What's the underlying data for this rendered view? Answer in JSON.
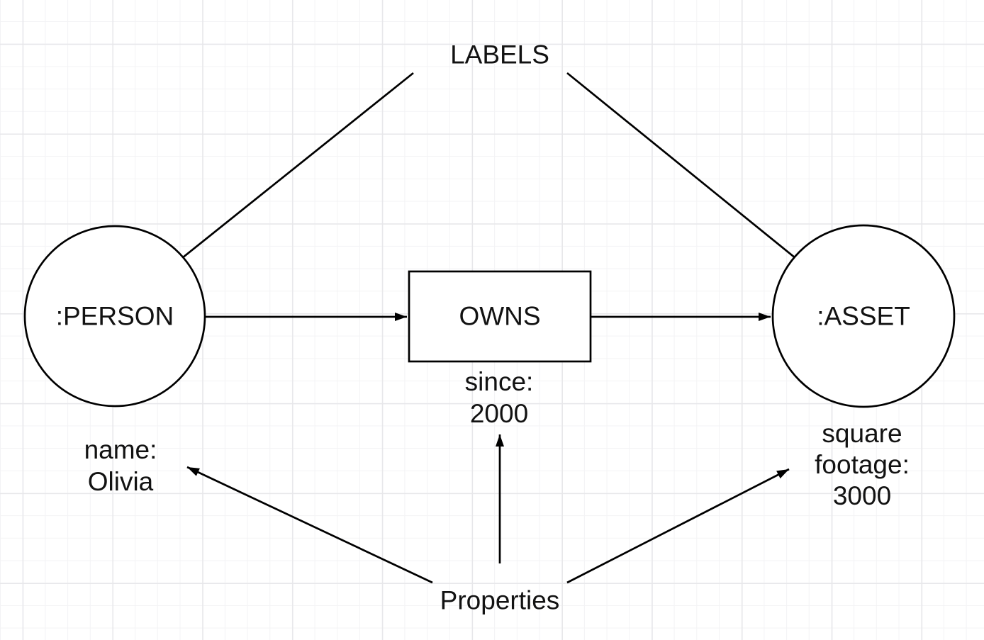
{
  "canvas": {
    "background_color": "#ffffff",
    "grid_minor_color": "#f3f3f5",
    "grid_major_color": "#e7e7ea",
    "stroke_color": "#000000",
    "text_color": "#121212"
  },
  "annotations": {
    "labels_title": "LABELS",
    "properties_title": "Properties"
  },
  "nodes": {
    "person": {
      "label": ":PERSON",
      "shape": "circle"
    },
    "asset": {
      "label": ":ASSET",
      "shape": "circle"
    }
  },
  "relationship": {
    "label": "OWNS",
    "shape": "rectangle",
    "from": ":PERSON",
    "to": ":ASSET"
  },
  "property_values": {
    "person": [
      "name:",
      "Olivia"
    ],
    "relationship": [
      "since:",
      "2000"
    ],
    "asset": [
      "square",
      "footage:",
      "3000"
    ]
  },
  "icons": {
    "arrowhead": "filled-triangle"
  }
}
